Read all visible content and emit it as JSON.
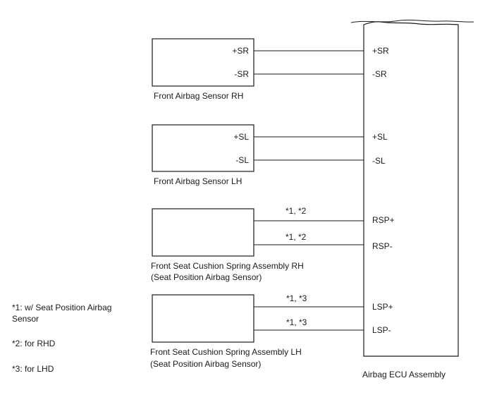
{
  "ecu": {
    "label": "Airbag ECU Assembly"
  },
  "components": [
    {
      "id": "front-airbag-sensor-rh",
      "label_lines": [
        "Front Airbag Sensor RH"
      ],
      "pins": [
        {
          "comp_pin": "+SR",
          "ecu_pin": "+SR",
          "note": ""
        },
        {
          "comp_pin": "-SR",
          "ecu_pin": "-SR",
          "note": ""
        }
      ]
    },
    {
      "id": "front-airbag-sensor-lh",
      "label_lines": [
        "Front Airbag Sensor LH"
      ],
      "pins": [
        {
          "comp_pin": "+SL",
          "ecu_pin": "+SL",
          "note": ""
        },
        {
          "comp_pin": "-SL",
          "ecu_pin": "-SL",
          "note": ""
        }
      ]
    },
    {
      "id": "front-seat-cushion-spring-rh",
      "label_lines": [
        "Front Seat Cushion Spring Assembly RH",
        "(Seat Position Airbag Sensor)"
      ],
      "pins": [
        {
          "comp_pin": "",
          "ecu_pin": "RSP+",
          "note": "*1, *2"
        },
        {
          "comp_pin": "",
          "ecu_pin": "RSP-",
          "note": "*1, *2"
        }
      ]
    },
    {
      "id": "front-seat-cushion-spring-lh",
      "label_lines": [
        "Front Seat Cushion Spring Assembly LH",
        "(Seat Position Airbag Sensor)"
      ],
      "pins": [
        {
          "comp_pin": "",
          "ecu_pin": "LSP+",
          "note": "*1, *3"
        },
        {
          "comp_pin": "",
          "ecu_pin": "LSP-",
          "note": "*1, *3"
        }
      ]
    }
  ],
  "footnotes": [
    {
      "lines": [
        "*1: w/ Seat Position Airbag",
        "Sensor"
      ]
    },
    {
      "lines": [
        "*2: for RHD"
      ]
    },
    {
      "lines": [
        "*3: for LHD"
      ]
    }
  ]
}
